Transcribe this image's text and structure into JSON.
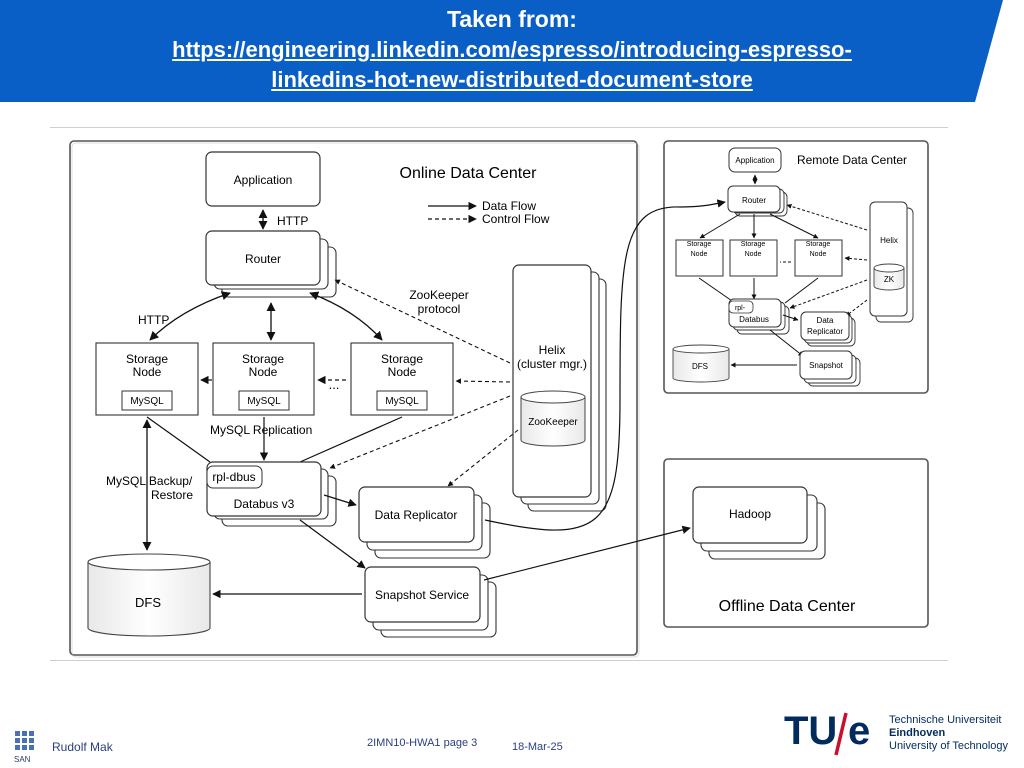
{
  "header": {
    "title": "Taken from:",
    "link_line1": "https://engineering.linkedin.com/espresso/introducing-espresso-",
    "link_line2": "linkedins-hot-new-distributed-document-store",
    "bg_color": "#0a5fc6"
  },
  "online": {
    "title": "Online Data Center",
    "application": "Application",
    "http_top": "HTTP",
    "router": "Router",
    "http_left": "HTTP",
    "zookeeper_protocol_1": "ZooKeeper",
    "zookeeper_protocol_2": "protocol",
    "legend_data_flow": "Data Flow",
    "legend_control_flow": "Control Flow",
    "storage_node_1": "Storage",
    "storage_node_2": "Node",
    "mysql": "MySQL",
    "mysql_replication": "MySQL Replication",
    "ellipsis": "...",
    "helix_1": "Helix",
    "helix_2": "(cluster mgr.)",
    "zookeeper": "ZooKeeper",
    "backup_1": "MySQL  Backup/",
    "backup_2": "Restore",
    "rpl_dbus": "rpl-dbus",
    "databus": "Databus v3",
    "data_replicator": "Data Replicator",
    "snapshot_service": "Snapshot Service",
    "dfs": "DFS"
  },
  "remote": {
    "title": "Remote Data Center",
    "application": "Application",
    "router": "Router",
    "storage_1": "Storage",
    "storage_2": "Node",
    "helix": "Helix",
    "zk": "ZK",
    "rpl": "rpl-",
    "databus": "Databus",
    "data_rep_1": "Data",
    "data_rep_2": "Replicator",
    "dfs": "DFS",
    "snapshot": "Snapshot"
  },
  "offline": {
    "title": "Offline Data Center",
    "hadoop": "Hadoop"
  },
  "footer": {
    "author": "Rudolf Mak",
    "course": "2IMN10-HWA1 page  3",
    "date": "18-Mar-25",
    "san": "SAN",
    "tue_1": "Technische Universiteit",
    "tue_2": "Eindhoven",
    "tue_3": "University of Technology",
    "tu": "TU",
    "e": "e",
    "brand_color": "#c8102e",
    "tue_blue": "#002b5c"
  }
}
